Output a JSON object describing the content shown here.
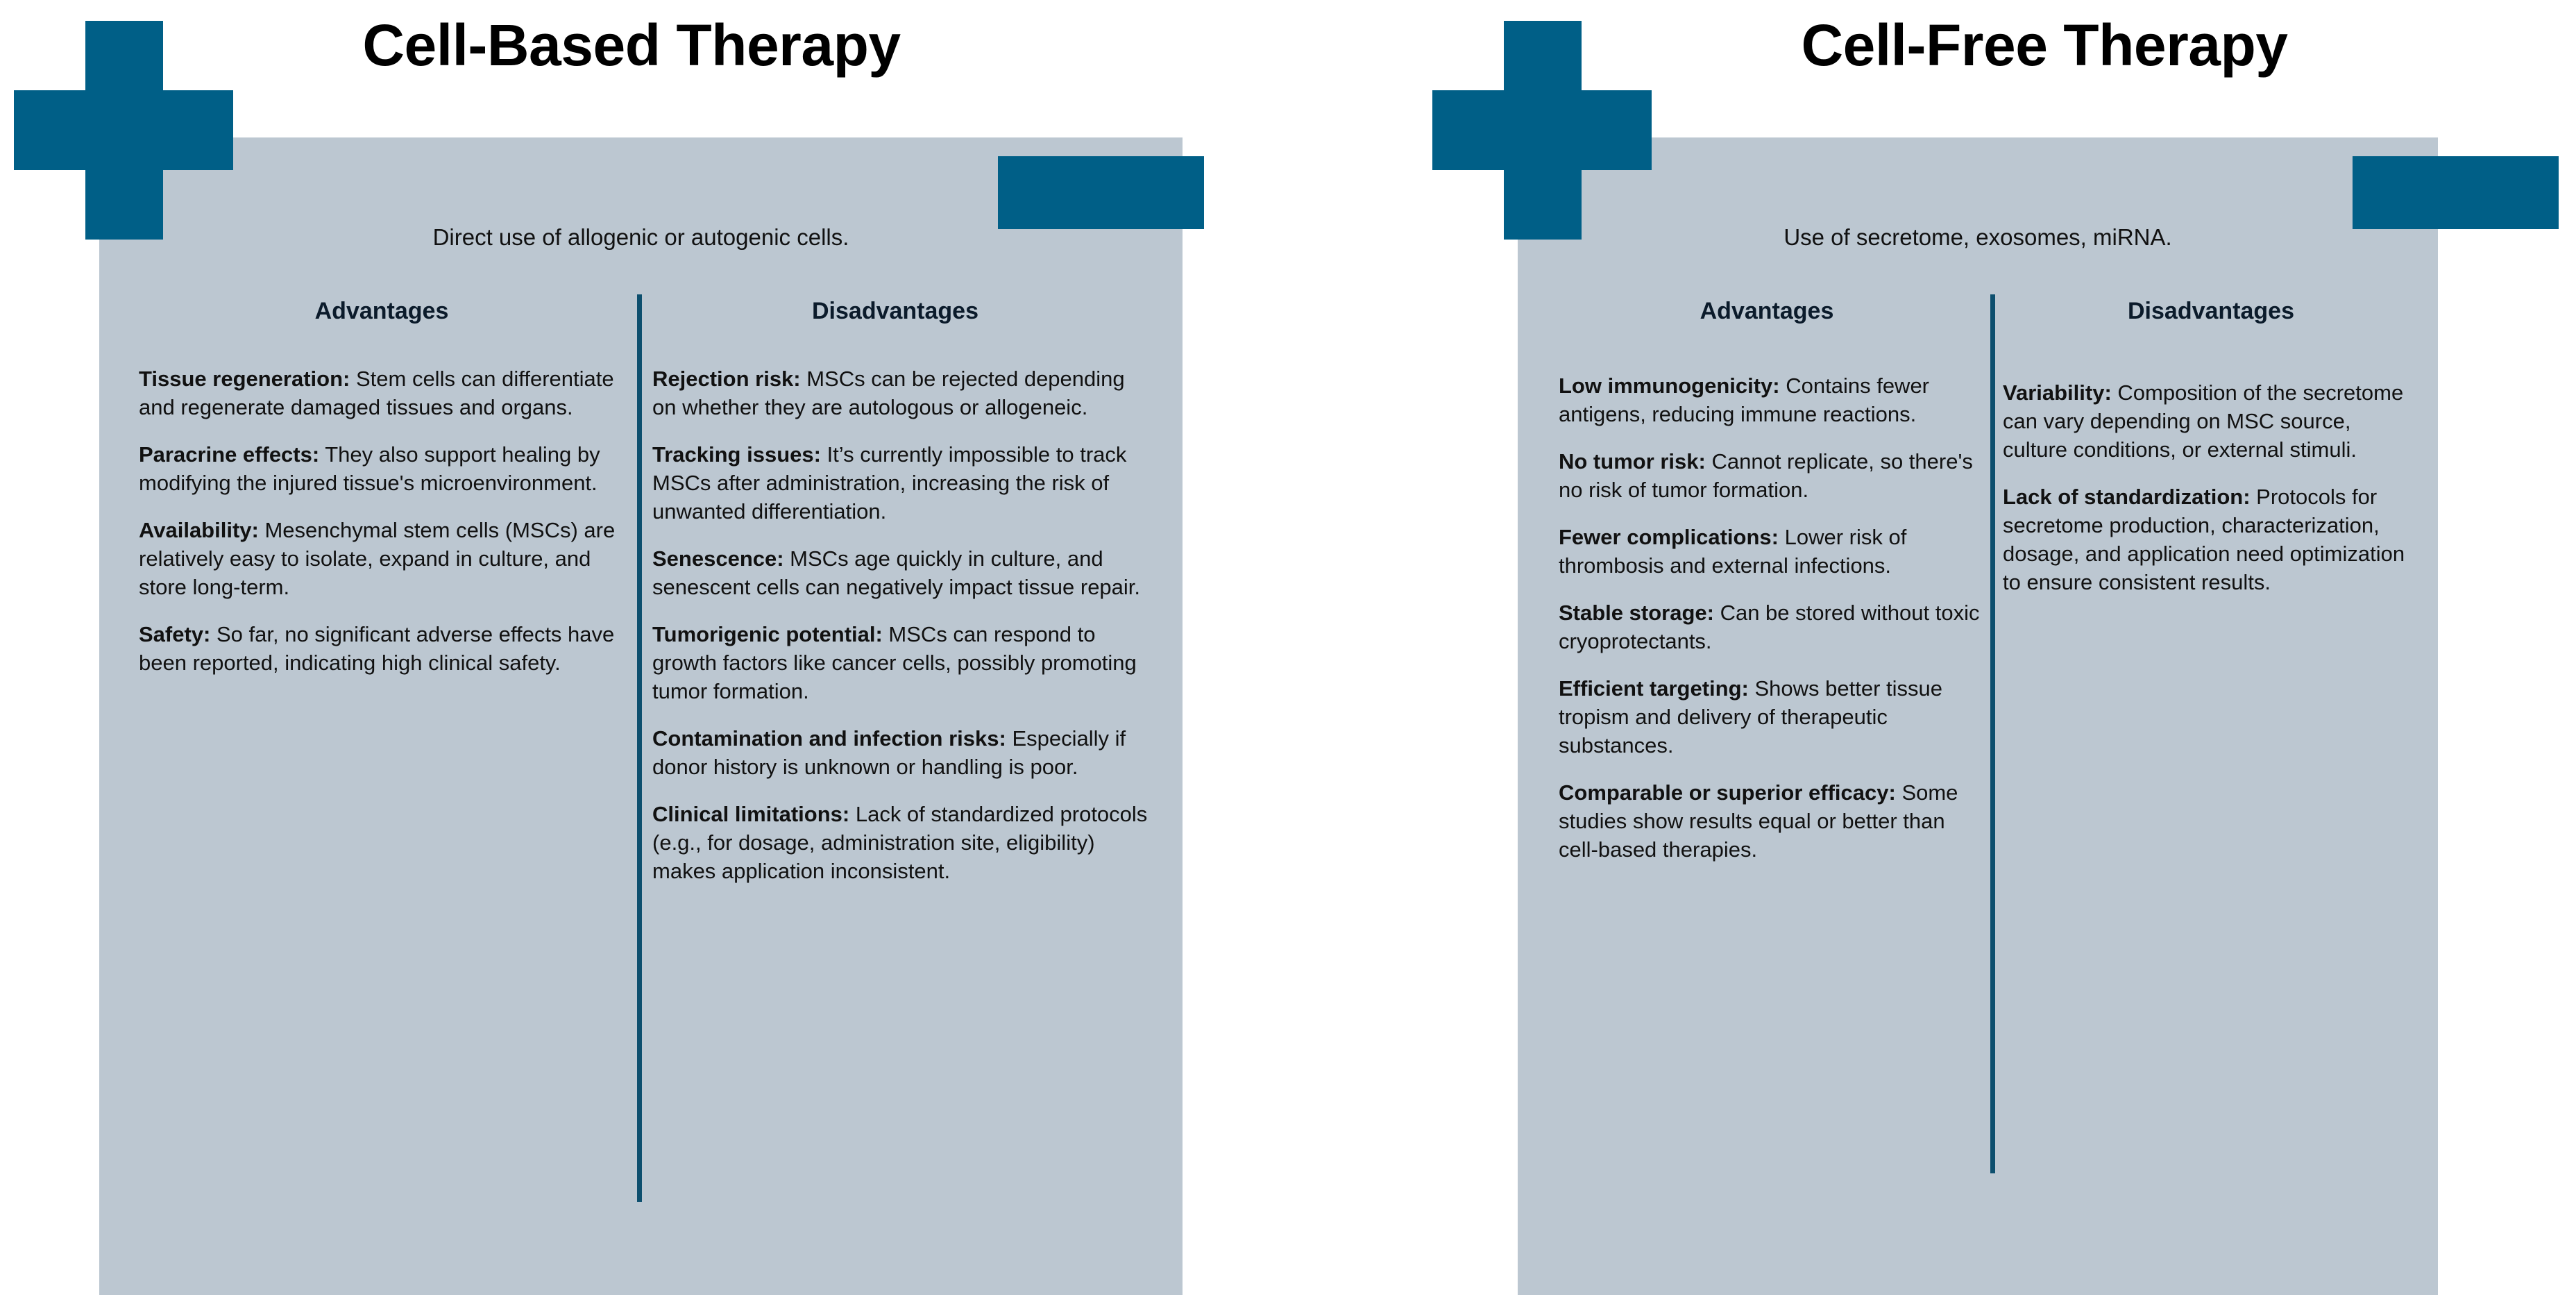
{
  "panels": [
    {
      "key": "cell_based",
      "title": "Cell-Based Therapy",
      "subtitle": "Direct use of allogenic or autogenic cells.",
      "icon": "medical-cross-icon",
      "advantages_heading": "Advantages",
      "disadvantages_heading": "Disadvantages",
      "advantages": [
        {
          "term": "Tissue regeneration:",
          "text": " Stem cells can differentiate and regenerate damaged tissues and organs."
        },
        {
          "term": "Paracrine effects:",
          "text": " They also support healing by modifying the injured tissue's microenvironment."
        },
        {
          "term": "Availability:",
          "text": " Mesenchymal stem cells (MSCs) are relatively easy to isolate, expand in culture, and store long-term."
        },
        {
          "term": "Safety:",
          "text": " So far, no significant adverse effects have been reported, indicating high clinical safety."
        }
      ],
      "disadvantages": [
        {
          "term": "Rejection risk:",
          "text": " MSCs can be rejected depending on whether they are autologous or allogeneic."
        },
        {
          "term": "Tracking issues:",
          "text": " It’s currently impossible to track MSCs after administration, increasing the risk of unwanted differentiation."
        },
        {
          "term": "Senescence:",
          "text": " MSCs age quickly in culture, and senescent cells can negatively impact tissue repair."
        },
        {
          "term": "Tumorigenic potential:",
          "text": " MSCs can respond to growth factors like cancer cells, possibly promoting tumor formation."
        },
        {
          "term": "Contamination and infection risks:",
          "text": " Especially if donor history is unknown or handling is poor."
        },
        {
          "term": "Clinical limitations:",
          "text": " Lack of standardized protocols (e.g., for dosage, administration site, eligibility) makes application inconsistent."
        }
      ]
    },
    {
      "key": "cell_free",
      "title": "Cell-Free Therapy",
      "subtitle": "Use of secretome, exosomes, miRNA.",
      "icon": "medical-cross-icon",
      "advantages_heading": "Advantages",
      "disadvantages_heading": "Disadvantages",
      "advantages": [
        {
          "term": "Low immunogenicity:",
          "text": " Contains fewer antigens, reducing immune reactions."
        },
        {
          "term": "No tumor risk:",
          "text": " Cannot replicate, so there's no risk of tumor formation."
        },
        {
          "term": "Fewer complications:",
          "text": " Lower risk of thrombosis and external infections."
        },
        {
          "term": "Stable storage:",
          "text": " Can be stored without toxic cryoprotectants."
        },
        {
          "term": "Efficient targeting:",
          "text": " Shows better tissue tropism and delivery of therapeutic substances."
        },
        {
          "term": "Comparable or superior efficacy:",
          "text": " Some studies show results equal or better than cell-based therapies."
        }
      ],
      "disadvantages": [
        {
          "term": "Variability:",
          "text": " Composition of the secretome can vary depending on MSC source, culture conditions, or external stimuli."
        },
        {
          "term": "Lack of standardization:",
          "text": " Protocols for secretome production, characterization, dosage, and application need optimization to ensure consistent results."
        }
      ]
    }
  ],
  "colors": {
    "accent_blue": "#005f87",
    "panel_gray": "#bcc7d1",
    "divider_blue": "#0d4f6e",
    "title_black": "#000000",
    "body_text": "#111111"
  }
}
